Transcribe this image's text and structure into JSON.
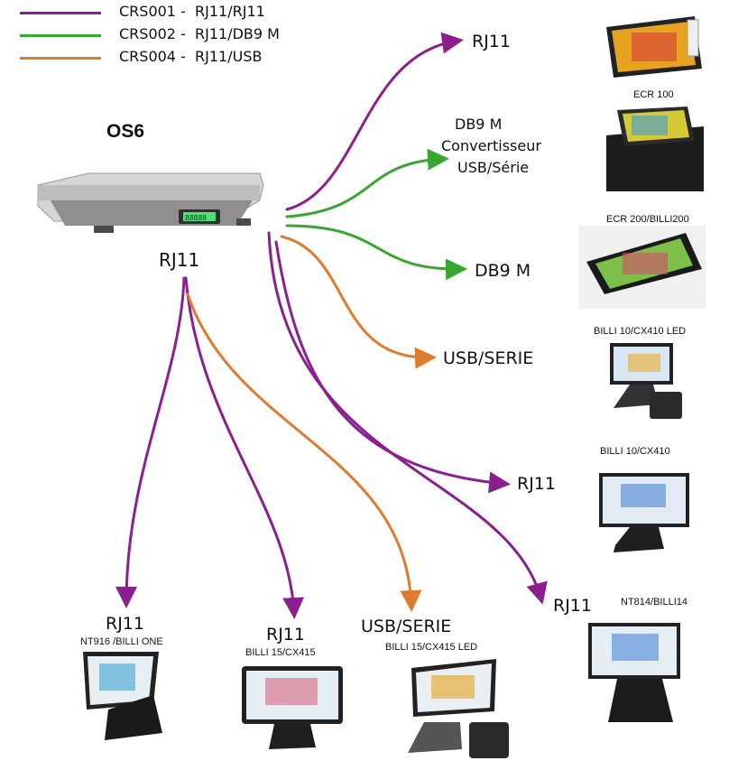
{
  "colors": {
    "crs001": "#8b1f8e",
    "crs002": "#3aa632",
    "crs004": "#e07a2e"
  },
  "legend": [
    {
      "label": "CRS001 -  RJ11/RJ11",
      "color": "#8b1f8e"
    },
    {
      "label": "CRS002 -  RJ11/DB9 M",
      "color": "#3aa632"
    },
    {
      "label": "CRS004 -  RJ11/USB",
      "color": "#e07a2e"
    }
  ],
  "scale": {
    "title": "OS6",
    "port_label": "RJ11",
    "display_value": "88888"
  },
  "ports": {
    "rj11_top": "RJ11",
    "db9_convert_1": "DB9 M",
    "db9_convert_2": "Convertisseur",
    "db9_convert_3": "USB/Série",
    "db9_m": "DB9 M",
    "usb_serie_right": "USB/SERIE",
    "rj11_mid": "RJ11",
    "rj11_lower": "RJ11",
    "rj11_bottom_1": "RJ11",
    "rj11_bottom_2": "RJ11",
    "usb_serie_bottom": "USB/SERIE"
  },
  "devices": {
    "ecr100": "ECR 100",
    "ecr200": "ECR 200/BILLI200",
    "billi10_led": "BILLI 10/CX410 LED",
    "billi10": "BILLI 10/CX410",
    "nt814": "NT814/BILLI14",
    "nt916": "NT916 /BILLI ONE",
    "billi15": "BILLI 15/CX415",
    "billi15_led": "BILLI 15/CX415 LED"
  }
}
